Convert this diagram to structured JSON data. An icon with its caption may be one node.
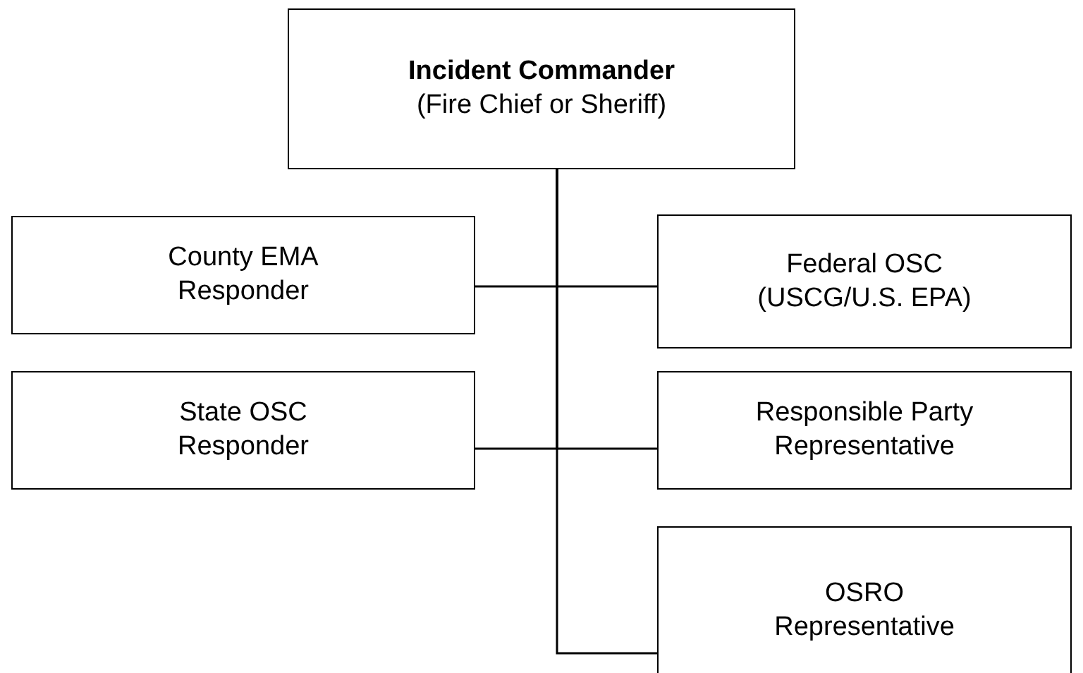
{
  "diagram": {
    "nodes": [
      {
        "text": [
          "Incident Commander",
          "(Fire Chief or Sheriff)"
        ]
      },
      {
        "text": [
          "County EMA Responder"
        ]
      },
      {
        "text": [
          "Federal OSC (USCG/U.S. EPA)"
        ]
      },
      {
        "text": [
          "State OSC Responder"
        ]
      },
      {
        "text": [
          "Responsible Party Representative"
        ]
      },
      {
        "text": [
          "OSRO Representative"
        ]
      }
    ],
    "edges": [
      {
        "from": 0,
        "to": 1,
        "arrow": "none"
      },
      {
        "from": 0,
        "to": 2,
        "arrow": "none"
      },
      {
        "from": 0,
        "to": 3,
        "arrow": "none"
      },
      {
        "from": 0,
        "to": 4,
        "arrow": "none"
      },
      {
        "from": 0,
        "to": 5,
        "arrow": "none"
      }
    ]
  }
}
